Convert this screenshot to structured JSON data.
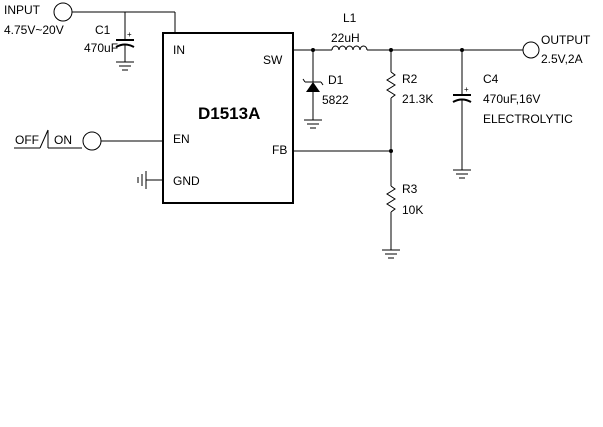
{
  "chip": {
    "name": "D1513A",
    "pins": {
      "in": "IN",
      "sw": "SW",
      "en": "EN",
      "fb": "FB",
      "gnd": "GND"
    }
  },
  "input": {
    "label": "INPUT",
    "range": "4.75V~20V"
  },
  "output": {
    "label": "OUTPUT",
    "rating": "2.5V,2A"
  },
  "switch": {
    "off": "OFF",
    "on": "ON"
  },
  "c1": {
    "ref": "C1",
    "value": "470uF"
  },
  "l1": {
    "ref": "L1",
    "value": "22uH"
  },
  "d1": {
    "ref": "D1",
    "value": "5822"
  },
  "r2": {
    "ref": "R2",
    "value": "21.3K"
  },
  "r3": {
    "ref": "R3",
    "value": "10K"
  },
  "c4": {
    "ref": "C4",
    "value": "470uF,16V",
    "type": "ELECTROLYTIC"
  }
}
